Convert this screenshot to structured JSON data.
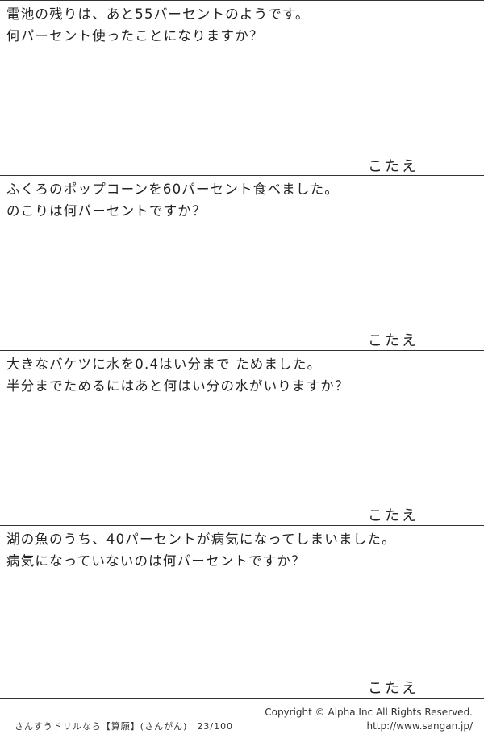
{
  "problems": [
    {
      "line1": "電池の残りは、あと55パーセントのようです。",
      "line2": "何パーセント使ったことになりますか？",
      "answer_label": "こたえ"
    },
    {
      "line1": "ふくろのポップコーンを60パーセント食べました。",
      "line2": "のこりは何パーセントですか？",
      "answer_label": "こたえ"
    },
    {
      "line1": "大きなバケツに水を0.4はい分まで ためました。",
      "line2": "半分までためるにはあと何はい分の水がいりますか？",
      "answer_label": "こたえ"
    },
    {
      "line1": "湖の魚のうち、40パーセントが病気になってしまいました。",
      "line2": "病気になっていないのは何パーセントですか？",
      "answer_label": "こたえ"
    }
  ],
  "footer": {
    "left_text": "さんすうドリルなら【算願】(さんがん)　23/100",
    "copyright": "Copyright ©  Alpha.Inc All Rights Reserved.",
    "url": "http://www.sangan.jp/"
  }
}
